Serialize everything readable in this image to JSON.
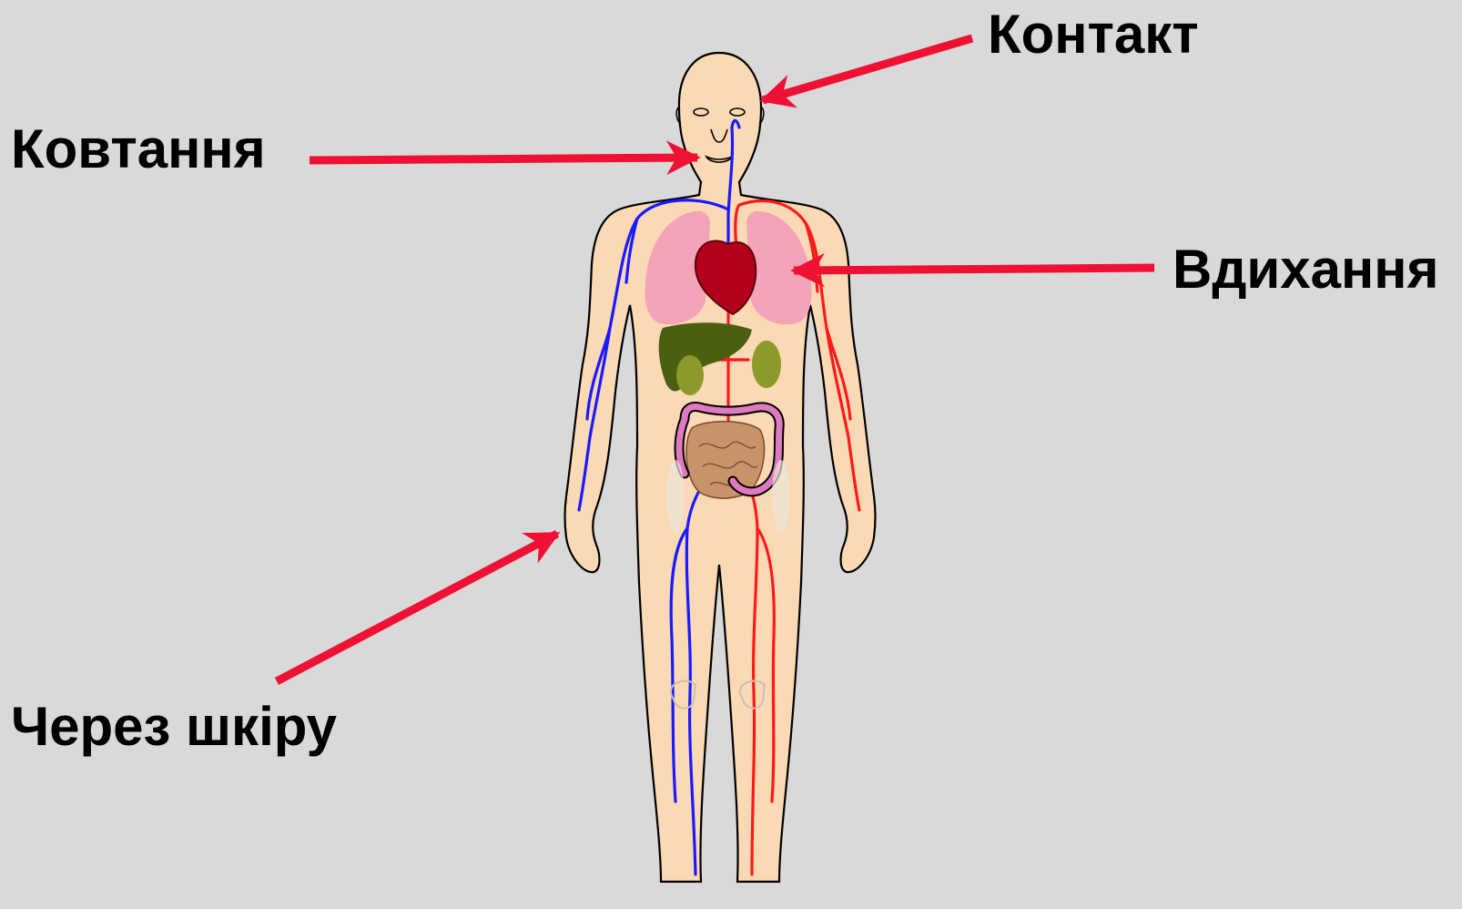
{
  "labels": {
    "contact": "Контакт",
    "swallowing": "Ковтання",
    "breathing": "Вдихання",
    "skin": "Через шкіру"
  },
  "colors": {
    "background": "#d9d9d9",
    "arrow": "#ee1133",
    "skin": "#fbd9b4",
    "vein": "#1a1aff",
    "artery": "#ff1a1a",
    "lungs": "#f5a3b8",
    "heart": "#b3001b",
    "liver": "#4a6010",
    "kidneys": "#8c9a2a",
    "colon": "#e07ac0",
    "intestine": "#c8926a"
  },
  "icons": [
    "human-body-figure",
    "arrow-icon"
  ]
}
